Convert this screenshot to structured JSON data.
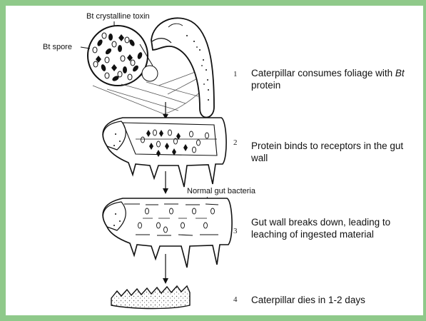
{
  "colors": {
    "frame": "#8fc98a",
    "ink": "#111111"
  },
  "labels": {
    "toxin": "Bt crystalline toxin",
    "spore": "Bt spore",
    "bacteria": "Normal gut bacteria"
  },
  "steps": [
    {
      "number": "1",
      "text_pre": "Caterpillar consumes foliage with ",
      "text_em": "Bt",
      "text_post": " protein"
    },
    {
      "number": "2",
      "text": "Protein binds to receptors in the gut wall"
    },
    {
      "number": "3",
      "text": "Gut wall breaks down, leading to leaching of ingested material"
    },
    {
      "number": "4",
      "text": "Caterpillar dies in 1-2 days"
    }
  ]
}
